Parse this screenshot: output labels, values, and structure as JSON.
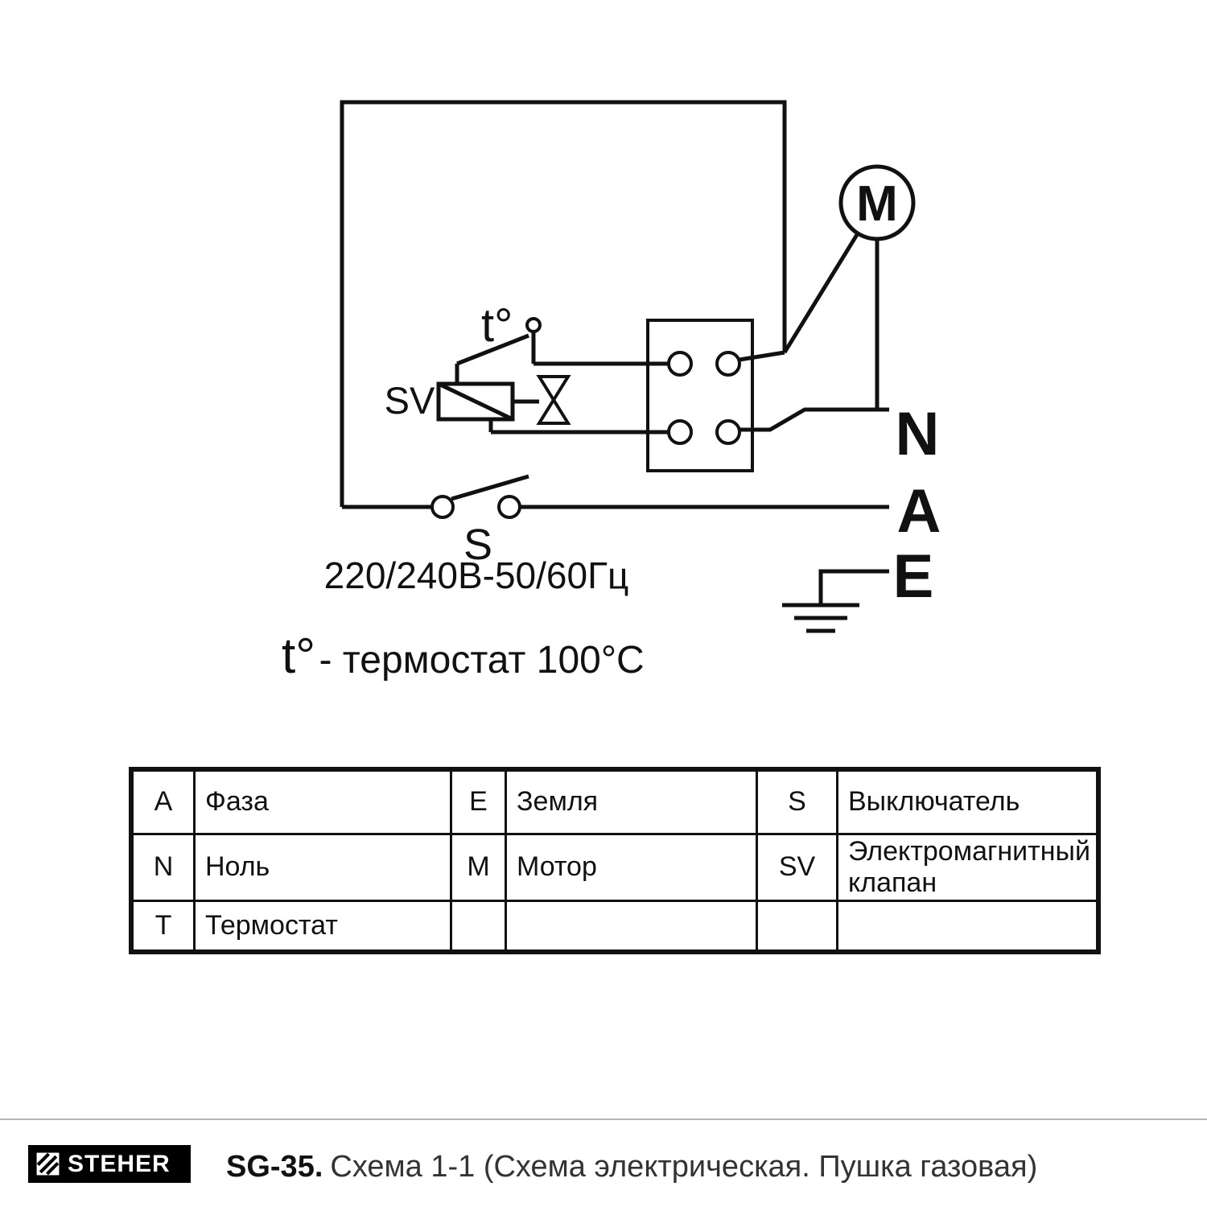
{
  "diagram": {
    "motor": "M",
    "thermostat": "t°",
    "solenoid": "SV",
    "switch": "S",
    "phase": "A",
    "neutral": "N",
    "earth": "E",
    "voltage": "220/240В-50/60Гц",
    "note_lead": "t°",
    "note_rest": " - термостат 100°C",
    "line_color": "#111111"
  },
  "legend_table": {
    "rows": [
      {
        "key1": "A",
        "val1": "Фаза",
        "key2": "E",
        "val2": "Земля",
        "key3": "S",
        "val3": "Выключатель"
      },
      {
        "key1": "N",
        "val1": "Ноль",
        "key2": "M",
        "val2": "Мотор",
        "key3": "SV",
        "val3": "Электромагнитный клапан"
      },
      {
        "key1": "T",
        "val1": "Термостат",
        "key2": "",
        "val2": "",
        "key3": "",
        "val3": ""
      }
    ]
  },
  "footer": {
    "brand": "STEHER",
    "model": "SG-35.",
    "caption": "Схема 1-1 (Схема электрическая. Пушка газовая)"
  }
}
